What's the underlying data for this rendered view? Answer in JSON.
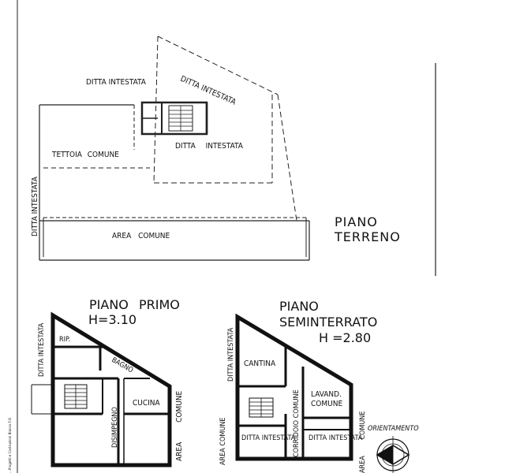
{
  "ground_floor": {
    "title_line1": "PIANO",
    "title_line2": "TERRENO",
    "label_ditta_intestata_top": "DITTA INTESTATA",
    "label_ditta_intestata_slanted": "DITTA INTESTATA",
    "label_ditta_intestata_center": "DITTA INTESTATA",
    "label_tettoia": "TETTOIA COMUNE",
    "label_ditta_intestata_left": "DITTA INTESTATA",
    "label_area_comune": "AREA COMUNE"
  },
  "first_floor": {
    "title": "PIANO PRIMO",
    "height": "H=3.10",
    "label_rip": "RIP.",
    "label_bagno": "BAGNO",
    "label_cucina": "CUCINA",
    "label_disimpegno": "DISIMPEGNO",
    "label_ditta_intestata_left": "DITTA INTESTATA",
    "label_area_comune_right": "AREA COMUNE"
  },
  "basement": {
    "title_line1": "PIANO",
    "title_line2": "SEMINTERRATO",
    "height": "H =2.80",
    "label_cantina": "CANTINA",
    "label_lavand": "LAVAND.",
    "label_lavand_comune": "COMUNE",
    "label_corridoio": "CORRIDOIO COMUNE",
    "label_ditta_intestata_a": "DITTA INTESTATA",
    "label_ditta_intestata_b": "DITTA INTESTATA",
    "label_ditta_intestata_left": "DITTA INTESTATA",
    "label_area_comune_left": "AREA COMUNE",
    "label_area_comune_right": "AREA COMUNE"
  },
  "compass": {
    "label": "ORIENTAMENTO"
  },
  "margin_note": "...Progetti e Costruzioni Bianco F.lli"
}
